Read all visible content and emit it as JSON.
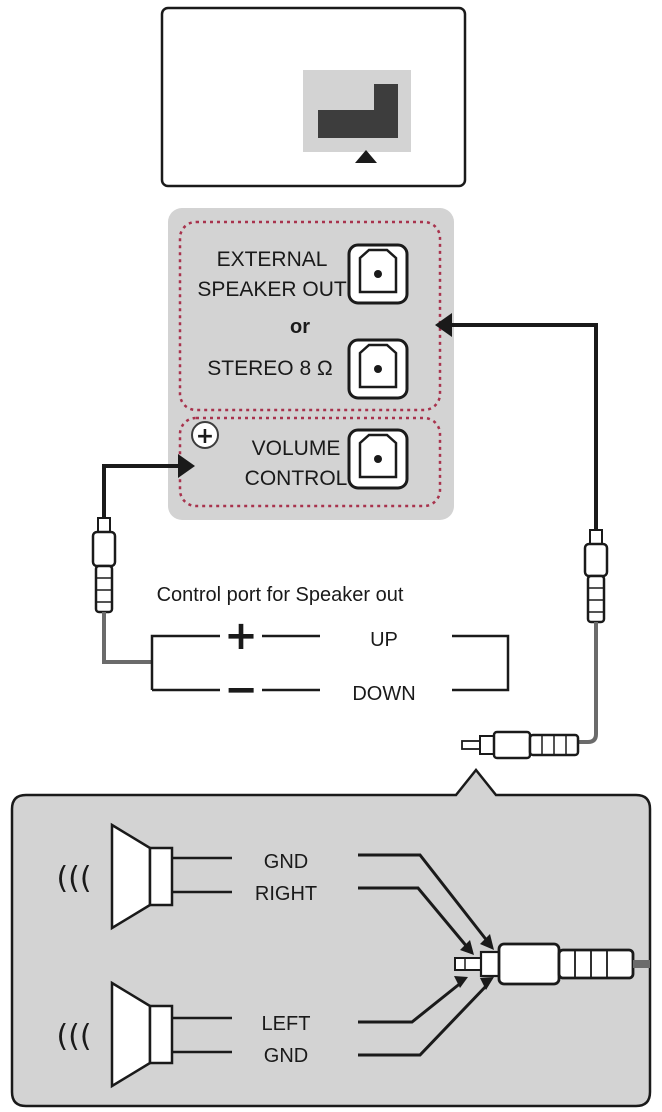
{
  "labels": {
    "external_speaker_out_line1": "EXTERNAL",
    "external_speaker_out_line2": "SPEAKER OUT",
    "or": "or",
    "stereo": "STEREO 8 Ω",
    "volume_line1": "VOLUME",
    "volume_line2": "CONTROL",
    "plus_sign": "+",
    "control_port_caption": "Control port for Speaker out",
    "up": "UP",
    "down": "DOWN",
    "plus": "+",
    "minus": "−",
    "gnd_top": "GND",
    "right": "RIGHT",
    "left": "LEFT",
    "gnd_bottom": "GND",
    "sound_waves": "(((",
    "sound_waves_2": "((("
  },
  "colors": {
    "panel_gray": "#d3d3d3",
    "dotted_pink": "#a8334d",
    "line_dark": "#1a1a1a",
    "cable_gray": "#6b6b6b"
  }
}
